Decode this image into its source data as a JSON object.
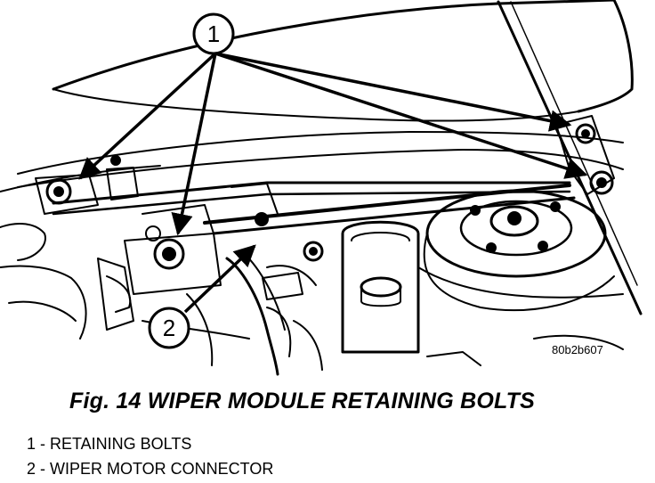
{
  "figure": {
    "callouts": [
      "1",
      "2"
    ],
    "code": "80b2b607",
    "caption": "Fig. 14 WIPER MODULE RETAINING BOLTS"
  },
  "legend": [
    {
      "text": "1 - RETAINING BOLTS"
    },
    {
      "text": "2 - WIPER MOTOR CONNECTOR"
    }
  ]
}
